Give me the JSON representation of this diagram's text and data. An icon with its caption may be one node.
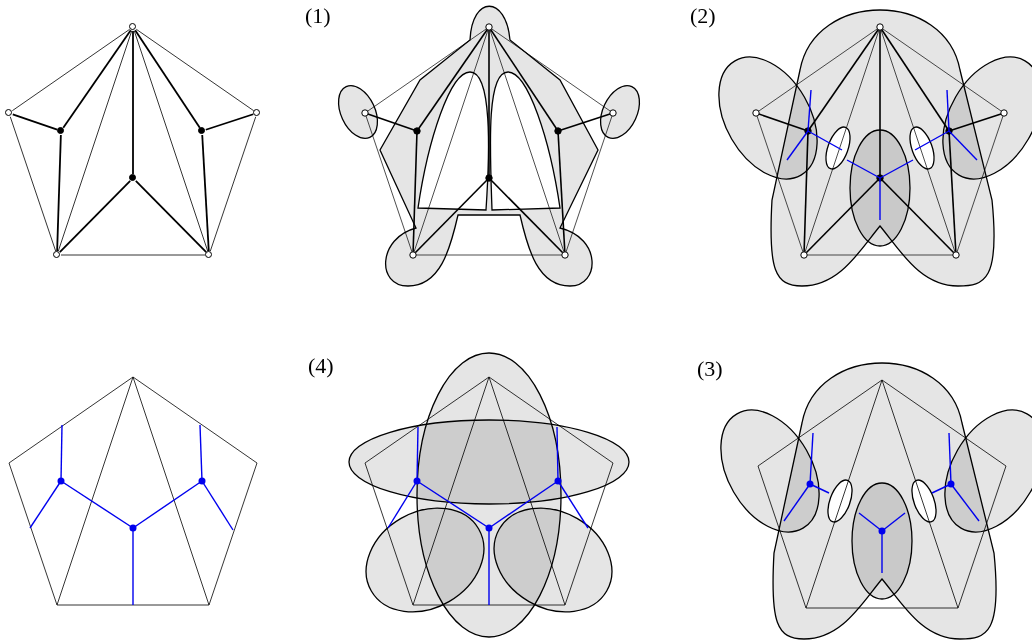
{
  "diagram": {
    "nodes": [
      {
        "text": [],
        "shape": "circle"
      },
      {
        "text": [],
        "shape": "circle"
      },
      {
        "text": [],
        "shape": "circle"
      },
      {
        "text": [],
        "shape": "circle"
      },
      {
        "text": [],
        "shape": "circle"
      },
      {
        "text": [],
        "shape": "circle"
      },
      {
        "text": [],
        "shape": "circle"
      },
      {
        "text": [],
        "shape": "circle"
      }
    ],
    "edges": [
      {
        "from": 0,
        "to": 1,
        "arrow": "none"
      },
      {
        "from": 0,
        "to": 3,
        "arrow": "none"
      },
      {
        "from": 0,
        "to": 4,
        "arrow": "none"
      },
      {
        "from": 0,
        "to": 7,
        "arrow": "none"
      },
      {
        "from": 0,
        "to": 2,
        "arrow": "none"
      },
      {
        "from": 0,
        "to": 5,
        "arrow": "none"
      },
      {
        "from": 0,
        "to": 6,
        "arrow": "none"
      },
      {
        "from": 1,
        "to": 2,
        "arrow": "none"
      },
      {
        "from": 7,
        "to": 6,
        "arrow": "none"
      },
      {
        "from": 1,
        "to": 3,
        "arrow": "none"
      },
      {
        "from": 2,
        "to": 3,
        "arrow": "none"
      },
      {
        "from": 5,
        "to": 3,
        "arrow": "none"
      },
      {
        "from": 5,
        "to": 4,
        "arrow": "none"
      },
      {
        "from": 6,
        "to": 4,
        "arrow": "none"
      },
      {
        "from": 7,
        "to": 4,
        "arrow": "none"
      },
      {
        "from": 3,
        "to": 4,
        "arrow": "none"
      }
    ],
    "labels": [
      "(1)",
      "(2)",
      "(4)",
      "(3)"
    ]
  }
}
